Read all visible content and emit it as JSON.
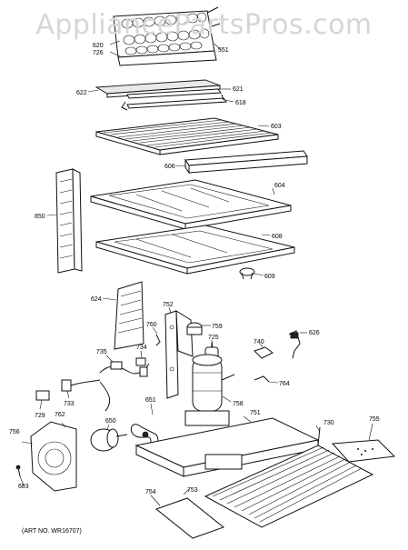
{
  "watermark": "AppliancePartsPros.com",
  "art_number": "(ART NO. WR16707)",
  "parts": [
    {
      "id": "620",
      "label": "620",
      "name": "part-620"
    },
    {
      "id": "726",
      "label": "726",
      "name": "part-726"
    },
    {
      "id": "551",
      "label": "551",
      "name": "part-551"
    },
    {
      "id": "622",
      "label": "622",
      "name": "part-622"
    },
    {
      "id": "621",
      "label": "621",
      "name": "part-621"
    },
    {
      "id": "618",
      "label": "618",
      "name": "part-618"
    },
    {
      "id": "603",
      "label": "603",
      "name": "part-603"
    },
    {
      "id": "606",
      "label": "606",
      "name": "part-606"
    },
    {
      "id": "604",
      "label": "604",
      "name": "part-604"
    },
    {
      "id": "850",
      "label": "850",
      "name": "part-850"
    },
    {
      "id": "608",
      "label": "608",
      "name": "part-608"
    },
    {
      "id": "609",
      "label": "609",
      "name": "part-609"
    },
    {
      "id": "624",
      "label": "624",
      "name": "part-624"
    },
    {
      "id": "752",
      "label": "752",
      "name": "part-752"
    },
    {
      "id": "760",
      "label": "760",
      "name": "part-760"
    },
    {
      "id": "759",
      "label": "759",
      "name": "part-759"
    },
    {
      "id": "626",
      "label": "626",
      "name": "part-626"
    },
    {
      "id": "725",
      "label": "725",
      "name": "part-725"
    },
    {
      "id": "740",
      "label": "740",
      "name": "part-740"
    },
    {
      "id": "735",
      "label": "735",
      "name": "part-735"
    },
    {
      "id": "734",
      "label": "734",
      "name": "part-734"
    },
    {
      "id": "764",
      "label": "764",
      "name": "part-764"
    },
    {
      "id": "733",
      "label": "733",
      "name": "part-733"
    },
    {
      "id": "651",
      "label": "651",
      "name": "part-651"
    },
    {
      "id": "758",
      "label": "758",
      "name": "part-758"
    },
    {
      "id": "729",
      "label": "729",
      "name": "part-729"
    },
    {
      "id": "762",
      "label": "762",
      "name": "part-762"
    },
    {
      "id": "650",
      "label": "650",
      "name": "part-650"
    },
    {
      "id": "751",
      "label": "751",
      "name": "part-751"
    },
    {
      "id": "730",
      "label": "730",
      "name": "part-730"
    },
    {
      "id": "755",
      "label": "755",
      "name": "part-755"
    },
    {
      "id": "756",
      "label": "756",
      "name": "part-756"
    },
    {
      "id": "683",
      "label": "683",
      "name": "part-683"
    },
    {
      "id": "754",
      "label": "754",
      "name": "part-754"
    },
    {
      "id": "753",
      "label": "753",
      "name": "part-753"
    }
  ]
}
